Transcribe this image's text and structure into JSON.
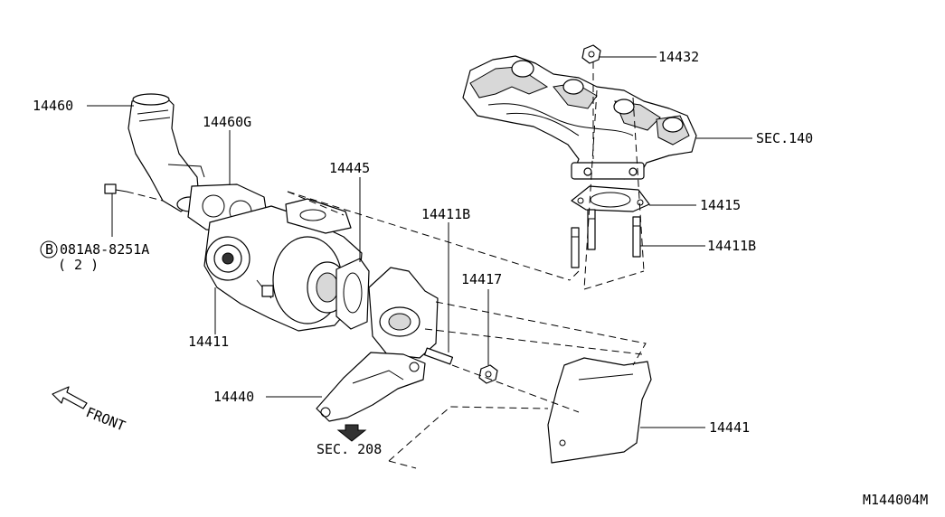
{
  "labels": {
    "p14460": "14460",
    "p14460G": "14460G",
    "p14445": "14445",
    "p14411B_top": "14411B",
    "p14432": "14432",
    "sec140": "SEC.140",
    "p14415": "14415",
    "p14411B_right": "14411B",
    "bolt_code": "081A8-8251A",
    "bolt_qty": "( 2 )",
    "bolt_badge": "B",
    "p14411": "14411",
    "p14417": "14417",
    "p14440": "14440",
    "front": "FRONT",
    "sec208": "SEC. 208",
    "p14441": "14441",
    "diagram_id": "M144004M"
  }
}
